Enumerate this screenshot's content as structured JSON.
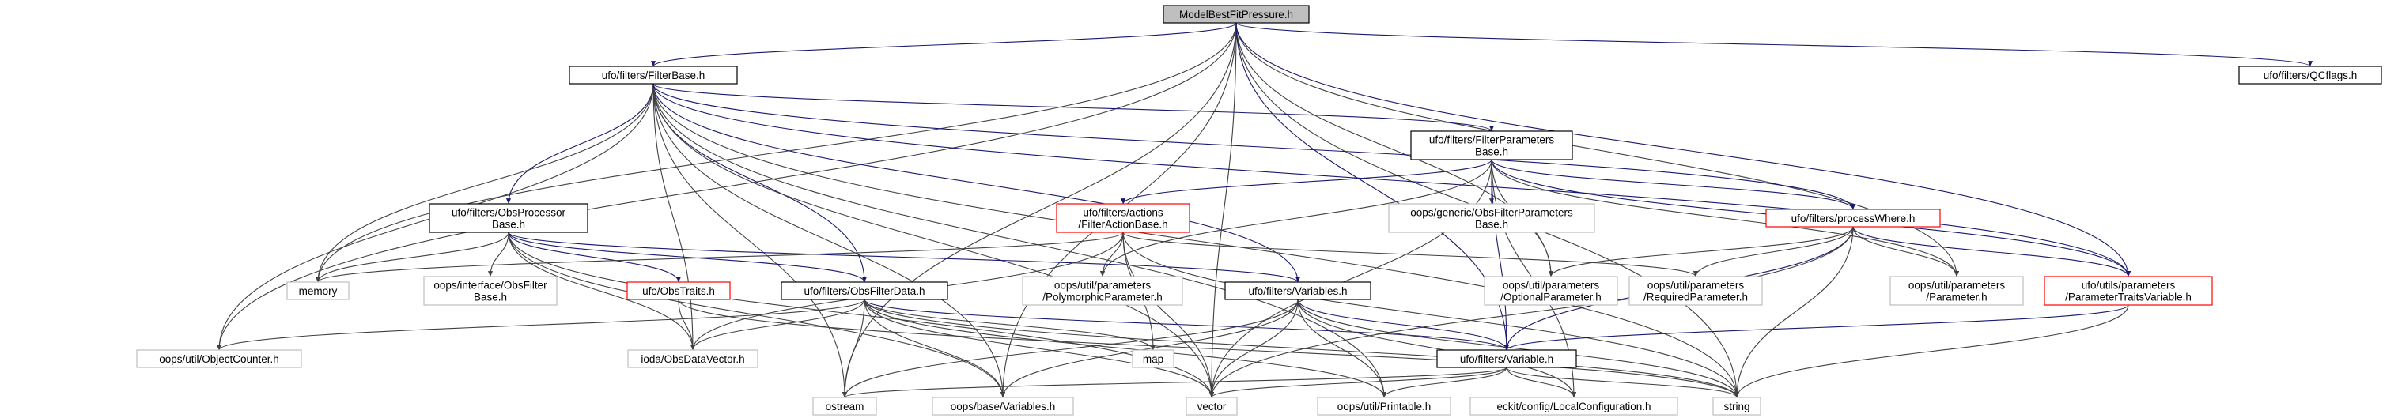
{
  "colors": {
    "root_fill": "#bfbfbf",
    "root_border": "#000000",
    "documented_border": "#000000",
    "undocumented_border": "#bfbfbf",
    "truncated_border": "#ff0000",
    "edge": "#191970",
    "edge_undocumented": "#404040",
    "background": "#ffffff"
  },
  "nodes": [
    {
      "id": "root",
      "lines": [
        "ModelBestFitPressure.h"
      ],
      "kind": "root"
    },
    {
      "id": "filterbase",
      "lines": [
        "ufo/filters/FilterBase.h"
      ],
      "kind": "documented"
    },
    {
      "id": "qcflags",
      "lines": [
        "ufo/filters/QCflags.h"
      ],
      "kind": "documented"
    },
    {
      "id": "filterparams",
      "lines": [
        "ufo/filters/FilterParameters",
        "Base.h"
      ],
      "kind": "documented"
    },
    {
      "id": "obsprocessor",
      "lines": [
        "ufo/filters/ObsProcessor",
        "Base.h"
      ],
      "kind": "documented"
    },
    {
      "id": "actionbase",
      "lines": [
        "ufo/filters/actions",
        "/FilterActionBase.h"
      ],
      "kind": "truncated"
    },
    {
      "id": "genericobsfilter",
      "lines": [
        "oops/generic/ObsFilterParameters",
        "Base.h"
      ],
      "kind": "undocumented"
    },
    {
      "id": "processwhere",
      "lines": [
        "ufo/filters/processWhere.h"
      ],
      "kind": "truncated"
    },
    {
      "id": "memory",
      "lines": [
        "memory"
      ],
      "kind": "undocumented"
    },
    {
      "id": "ifaceobsfilter",
      "lines": [
        "oops/interface/ObsFilter",
        "Base.h"
      ],
      "kind": "undocumented"
    },
    {
      "id": "obstraits",
      "lines": [
        "ufo/ObsTraits.h"
      ],
      "kind": "truncated"
    },
    {
      "id": "obsfilterdata",
      "lines": [
        "ufo/filters/ObsFilterData.h"
      ],
      "kind": "documented"
    },
    {
      "id": "polymorphic",
      "lines": [
        "oops/util/parameters",
        "/PolymorphicParameter.h"
      ],
      "kind": "undocumented"
    },
    {
      "id": "variables",
      "lines": [
        "ufo/filters/Variables.h"
      ],
      "kind": "documented"
    },
    {
      "id": "optional",
      "lines": [
        "oops/util/parameters",
        "/OptionalParameter.h"
      ],
      "kind": "undocumented"
    },
    {
      "id": "required",
      "lines": [
        "oops/util/parameters",
        "/RequiredParameter.h"
      ],
      "kind": "undocumented"
    },
    {
      "id": "parameter",
      "lines": [
        "oops/util/parameters",
        "/Parameter.h"
      ],
      "kind": "undocumented"
    },
    {
      "id": "traitsvariable",
      "lines": [
        "ufo/utils/parameters",
        "/ParameterTraitsVariable.h"
      ],
      "kind": "truncated"
    },
    {
      "id": "objectcounter",
      "lines": [
        "oops/util/ObjectCounter.h"
      ],
      "kind": "undocumented"
    },
    {
      "id": "obsdatavector",
      "lines": [
        "ioda/ObsDataVector.h"
      ],
      "kind": "undocumented"
    },
    {
      "id": "map",
      "lines": [
        "map"
      ],
      "kind": "undocumented"
    },
    {
      "id": "variable",
      "lines": [
        "ufo/filters/Variable.h"
      ],
      "kind": "documented"
    },
    {
      "id": "ostream",
      "lines": [
        "ostream"
      ],
      "kind": "undocumented"
    },
    {
      "id": "basevariables",
      "lines": [
        "oops/base/Variables.h"
      ],
      "kind": "undocumented"
    },
    {
      "id": "vector",
      "lines": [
        "vector"
      ],
      "kind": "undocumented"
    },
    {
      "id": "printable",
      "lines": [
        "oops/util/Printable.h"
      ],
      "kind": "undocumented"
    },
    {
      "id": "localconfig",
      "lines": [
        "eckit/config/LocalConfiguration.h"
      ],
      "kind": "undocumented"
    },
    {
      "id": "string",
      "lines": [
        "string"
      ],
      "kind": "undocumented"
    }
  ],
  "edges": [
    [
      "root",
      "filterbase"
    ],
    [
      "root",
      "qcflags"
    ],
    [
      "root",
      "memory"
    ],
    [
      "root",
      "objectcounter"
    ],
    [
      "root",
      "basevariables"
    ],
    [
      "root",
      "ostream"
    ],
    [
      "root",
      "vector"
    ],
    [
      "root",
      "string"
    ],
    [
      "root",
      "parameter"
    ],
    [
      "root",
      "optional"
    ],
    [
      "root",
      "traitsvariable"
    ],
    [
      "root",
      "variable"
    ],
    [
      "filterbase",
      "filterparams"
    ],
    [
      "filterbase",
      "obsprocessor"
    ],
    [
      "filterbase",
      "obsfilterdata"
    ],
    [
      "filterbase",
      "variables"
    ],
    [
      "filterbase",
      "processwhere"
    ],
    [
      "filterbase",
      "memory"
    ],
    [
      "filterbase",
      "objectcounter"
    ],
    [
      "filterbase",
      "obsdatavector"
    ],
    [
      "filterbase",
      "basevariables"
    ],
    [
      "filterbase",
      "ostream"
    ],
    [
      "filterbase",
      "vector"
    ],
    [
      "filterbase",
      "string"
    ],
    [
      "filterbase",
      "printable"
    ],
    [
      "filterbase",
      "traitsvariable"
    ],
    [
      "filterparams",
      "actionbase"
    ],
    [
      "filterparams",
      "genericobsfilter"
    ],
    [
      "filterparams",
      "processwhere"
    ],
    [
      "filterparams",
      "polymorphic"
    ],
    [
      "filterparams",
      "optional"
    ],
    [
      "filterparams",
      "parameter"
    ],
    [
      "filterparams",
      "traitsvariable"
    ],
    [
      "filterparams",
      "variable"
    ],
    [
      "filterparams",
      "vector"
    ],
    [
      "filterparams",
      "localconfig"
    ],
    [
      "obsprocessor",
      "memory"
    ],
    [
      "obsprocessor",
      "ifaceobsfilter"
    ],
    [
      "obsprocessor",
      "obstraits"
    ],
    [
      "obsprocessor",
      "obsfilterdata"
    ],
    [
      "obsprocessor",
      "obsdatavector"
    ],
    [
      "obsprocessor",
      "variables"
    ],
    [
      "obsprocessor",
      "basevariables"
    ],
    [
      "obsprocessor",
      "vector"
    ],
    [
      "actionbase",
      "memory"
    ],
    [
      "actionbase",
      "polymorphic"
    ],
    [
      "actionbase",
      "required"
    ],
    [
      "actionbase",
      "obsdatavector"
    ],
    [
      "actionbase",
      "map"
    ],
    [
      "actionbase",
      "vector"
    ],
    [
      "actionbase",
      "string"
    ],
    [
      "processwhere",
      "optional"
    ],
    [
      "processwhere",
      "required"
    ],
    [
      "processwhere",
      "parameter"
    ],
    [
      "processwhere",
      "traitsvariable"
    ],
    [
      "processwhere",
      "variable"
    ],
    [
      "processwhere",
      "string"
    ],
    [
      "processwhere",
      "vector"
    ],
    [
      "obstraits",
      "obsdatavector"
    ],
    [
      "obstraits",
      "string"
    ],
    [
      "obsfilterdata",
      "objectcounter"
    ],
    [
      "obsfilterdata",
      "obsdatavector"
    ],
    [
      "obsfilterdata",
      "map"
    ],
    [
      "obsfilterdata",
      "variable"
    ],
    [
      "obsfilterdata",
      "ostream"
    ],
    [
      "obsfilterdata",
      "basevariables"
    ],
    [
      "obsfilterdata",
      "vector"
    ],
    [
      "obsfilterdata",
      "printable"
    ],
    [
      "obsfilterdata",
      "string"
    ],
    [
      "variables",
      "variable"
    ],
    [
      "variables",
      "ostream"
    ],
    [
      "variables",
      "basevariables"
    ],
    [
      "variables",
      "vector"
    ],
    [
      "variables",
      "printable"
    ],
    [
      "variables",
      "localconfig"
    ],
    [
      "variables",
      "string"
    ],
    [
      "traitsvariable",
      "variable"
    ],
    [
      "traitsvariable",
      "string"
    ],
    [
      "variable",
      "ostream"
    ],
    [
      "variable",
      "vector"
    ],
    [
      "variable",
      "printable"
    ],
    [
      "variable",
      "localconfig"
    ],
    [
      "variable",
      "string"
    ]
  ]
}
